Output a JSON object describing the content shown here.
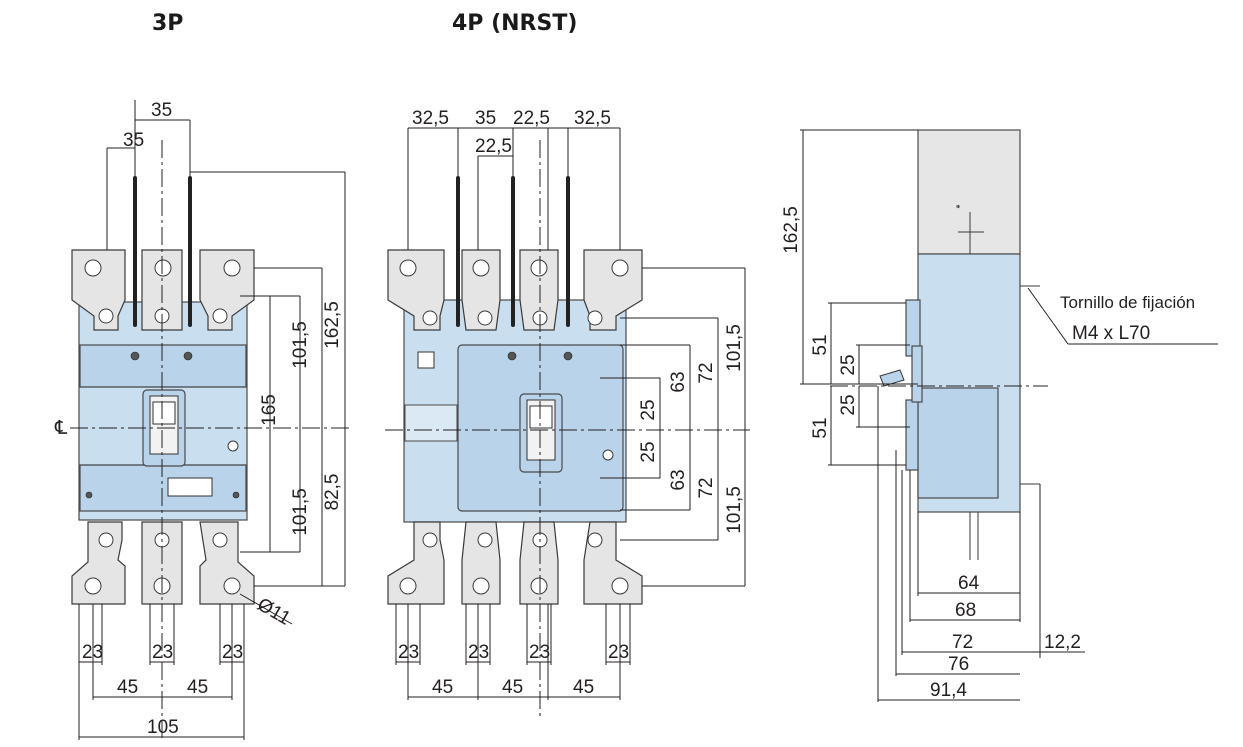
{
  "titles": {
    "three_pole": "3P",
    "four_pole": "4P (NRST)"
  },
  "centerline_symbol": "℄",
  "view_3p": {
    "top_dims": [
      "35",
      "35"
    ],
    "right_dims": [
      "162,5",
      "101,5",
      "165",
      "101,5",
      "82,5"
    ],
    "hole_dia": "Ø11",
    "bottom_dims": [
      "23",
      "23",
      "23"
    ],
    "pitch_dims": [
      "45",
      "45"
    ],
    "width": "105"
  },
  "view_4p": {
    "top_dims": [
      "32,5",
      "35",
      "22,5",
      "32,5"
    ],
    "top_dim_inner": "22,5",
    "right_dims": [
      "63",
      "72",
      "101,5",
      "25",
      "25",
      "63",
      "72",
      "101,5"
    ],
    "bottom_dims": [
      "23",
      "23",
      "23",
      "23"
    ],
    "pitch_dims": [
      "45",
      "45",
      "45"
    ]
  },
  "side_view": {
    "height": "162,5",
    "left_dims": [
      "51",
      "25",
      "25",
      "51"
    ],
    "note_line1": "Tornillo de fijación",
    "note_line2": "M4 x L70",
    "bottom_dims": [
      "64",
      "68",
      "72",
      "76",
      "91,4"
    ],
    "right_dim": "12,2"
  }
}
